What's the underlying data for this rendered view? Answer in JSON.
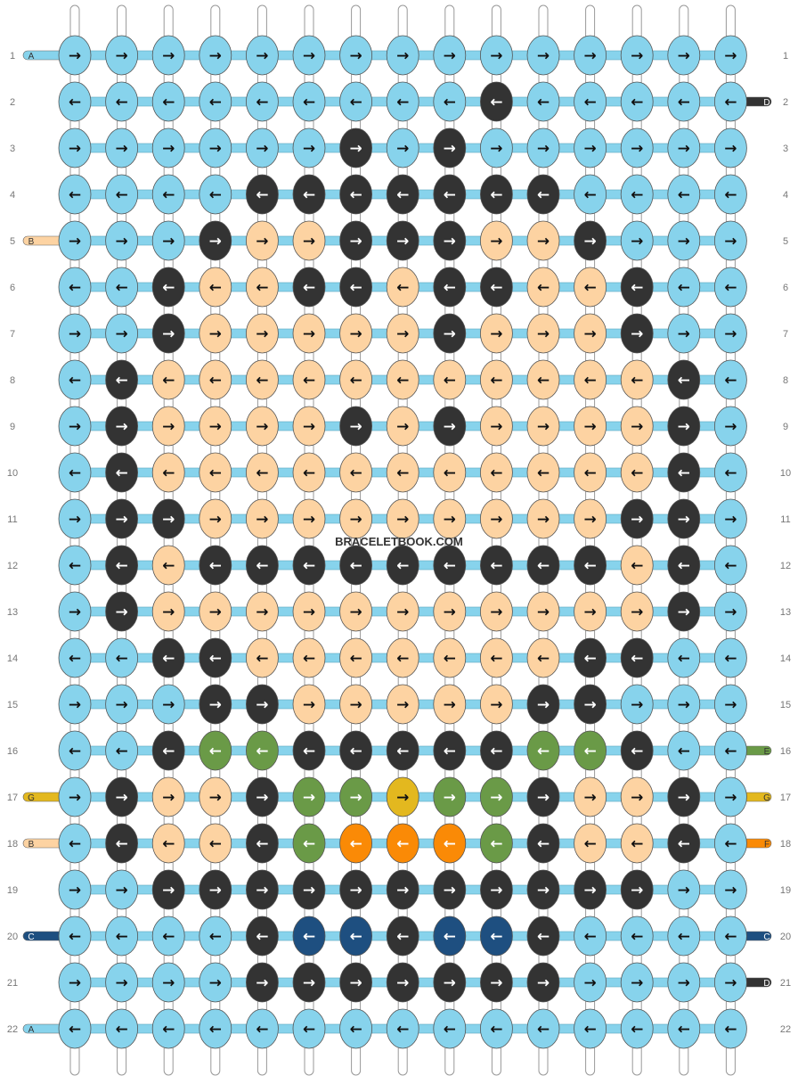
{
  "watermark": "BRACELETBOOK.COM",
  "colors": {
    "light_blue": "#87d3ec",
    "black": "#333333",
    "peach": "#fdd3a2",
    "green": "#6a9a47",
    "yellow": "#e3b81f",
    "orange": "#fa8a06",
    "navy": "#1e4f80"
  },
  "legend": {
    "A": "light_blue",
    "B": "peach",
    "C": "navy",
    "D": "black",
    "E": "green",
    "F": "orange",
    "G": "yellow"
  },
  "left_strings": [
    {
      "row": 1,
      "letter": "A"
    },
    {
      "row": 5,
      "letter": "B"
    },
    {
      "row": 17,
      "letter": "G"
    },
    {
      "row": 18,
      "letter": "B"
    },
    {
      "row": 20,
      "letter": "C"
    },
    {
      "row": 22,
      "letter": "A"
    }
  ],
  "right_strings": [
    {
      "row": 2,
      "letter": "D"
    },
    {
      "row": 16,
      "letter": "E"
    },
    {
      "row": 17,
      "letter": "G"
    },
    {
      "row": 18,
      "letter": "F"
    },
    {
      "row": 20,
      "letter": "C"
    },
    {
      "row": 21,
      "letter": "D"
    }
  ],
  "row_numbers": [
    "1",
    "2",
    "3",
    "4",
    "5",
    "6",
    "7",
    "8",
    "9",
    "10",
    "11",
    "12",
    "13",
    "14",
    "15",
    "16",
    "17",
    "18",
    "19",
    "20",
    "21",
    "22"
  ],
  "knot_code": {
    "L": "light_blue",
    "K": "black",
    "P": "peach",
    "G": "green",
    "Y": "yellow",
    "O": "orange",
    "N": "navy"
  },
  "rows": [
    {
      "dir": "right",
      "knots": "LLLLLLLLLLLLLLL"
    },
    {
      "dir": "left",
      "knots": "LLLLLLLLLKLLLLL"
    },
    {
      "dir": "right",
      "knots": "LLLLLLKLKLLLLLL"
    },
    {
      "dir": "left",
      "knots": "LLLLKKKKKKKLLLL"
    },
    {
      "dir": "right",
      "knots": "LLLKPPKKKPPKLLL"
    },
    {
      "dir": "left",
      "knots": "LLKPPKKPKKPPKLL"
    },
    {
      "dir": "right",
      "knots": "LLKPPPPPKPPPKLL"
    },
    {
      "dir": "left",
      "knots": "LKPPPPPPPPPPPKL"
    },
    {
      "dir": "right",
      "knots": "LKPPPPKPKPPPPKL"
    },
    {
      "dir": "left",
      "knots": "LKPPPPPPPPPPPKL"
    },
    {
      "dir": "right",
      "knots": "LKKPPPPPPPPPKKL"
    },
    {
      "dir": "left",
      "knots": "LKPKKKKKKKKKPKL"
    },
    {
      "dir": "right",
      "knots": "LKPPPPPPPPPPPKL"
    },
    {
      "dir": "left",
      "knots": "LLKKPPPPPPPKKLL"
    },
    {
      "dir": "right",
      "knots": "LLLKKPPPPPKKLLL"
    },
    {
      "dir": "left",
      "knots": "LLKGGKKKKKGGKLL"
    },
    {
      "dir": "right",
      "knots": "LKPPKGGYGGKPPKL"
    },
    {
      "dir": "left",
      "knots": "LKPPKGOOOGKPPKL"
    },
    {
      "dir": "right",
      "knots": "LLKKKKKKKKKKKLL"
    },
    {
      "dir": "left",
      "knots": "LLLLKNNKNNKLLLL"
    },
    {
      "dir": "right",
      "knots": "LLLLKKKKKKKLLLL"
    },
    {
      "dir": "left",
      "knots": "LLLLLLLLLLLLLLL"
    }
  ]
}
